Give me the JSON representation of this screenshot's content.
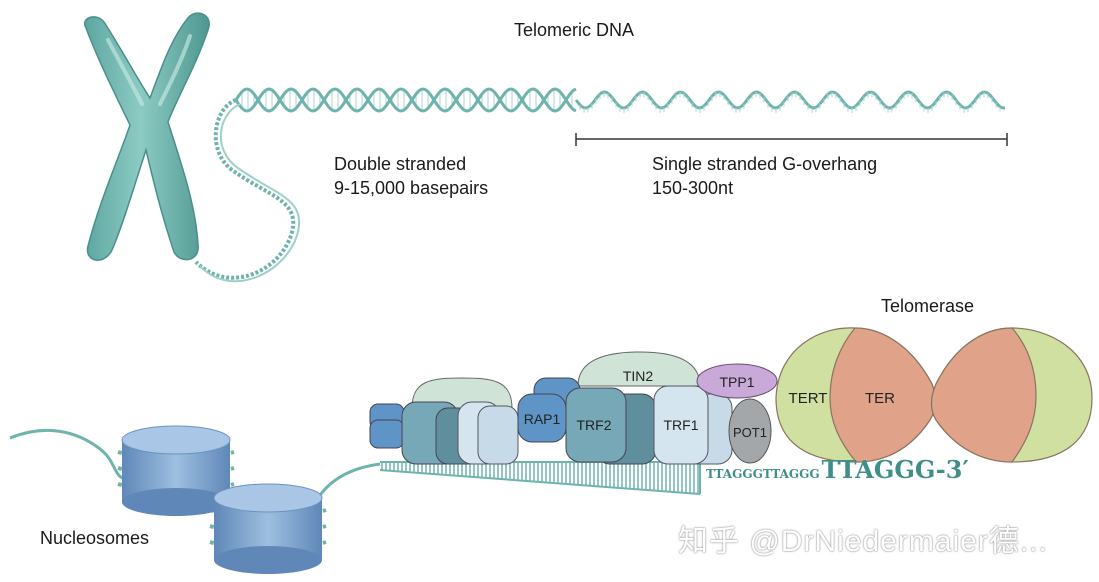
{
  "labels": {
    "telomeric_dna": "Telomeric DNA",
    "double_stranded_line1": "Double stranded",
    "double_stranded_line2": "9-15,000 basepairs",
    "single_stranded_line1": "Single stranded G-overhang",
    "single_stranded_line2": "150-300nt",
    "telomerase": "Telomerase",
    "nucleosomes": "Nucleosomes"
  },
  "proteins": {
    "tin2": "TIN2",
    "tpp1": "TPP1",
    "rap1": "RAP1",
    "trf2": "TRF2",
    "trf1": "TRF1",
    "pot1": "POT1",
    "tert": "TERT",
    "ter": "TER"
  },
  "overhang_sequence": {
    "small": "TTAGGGTTAGGG",
    "large": "TTAGGG-3′"
  },
  "watermark": "知乎 @DrNiedermaier德...",
  "colors": {
    "chromosome": "#6fb3ad",
    "dna": "#6fb3ad",
    "nucleosome": "#7fa6cf",
    "tin2": "#cfe3d6",
    "tpp1": "#c9a9d8",
    "rap1": "#5f95c6",
    "trf2": "#77a8b7",
    "trf1": "#d5e5ef",
    "pot1": "#a3a7aa",
    "tert": "#cfe0a0",
    "ter": "#e0a38a",
    "sequence": "#3f8f88"
  }
}
